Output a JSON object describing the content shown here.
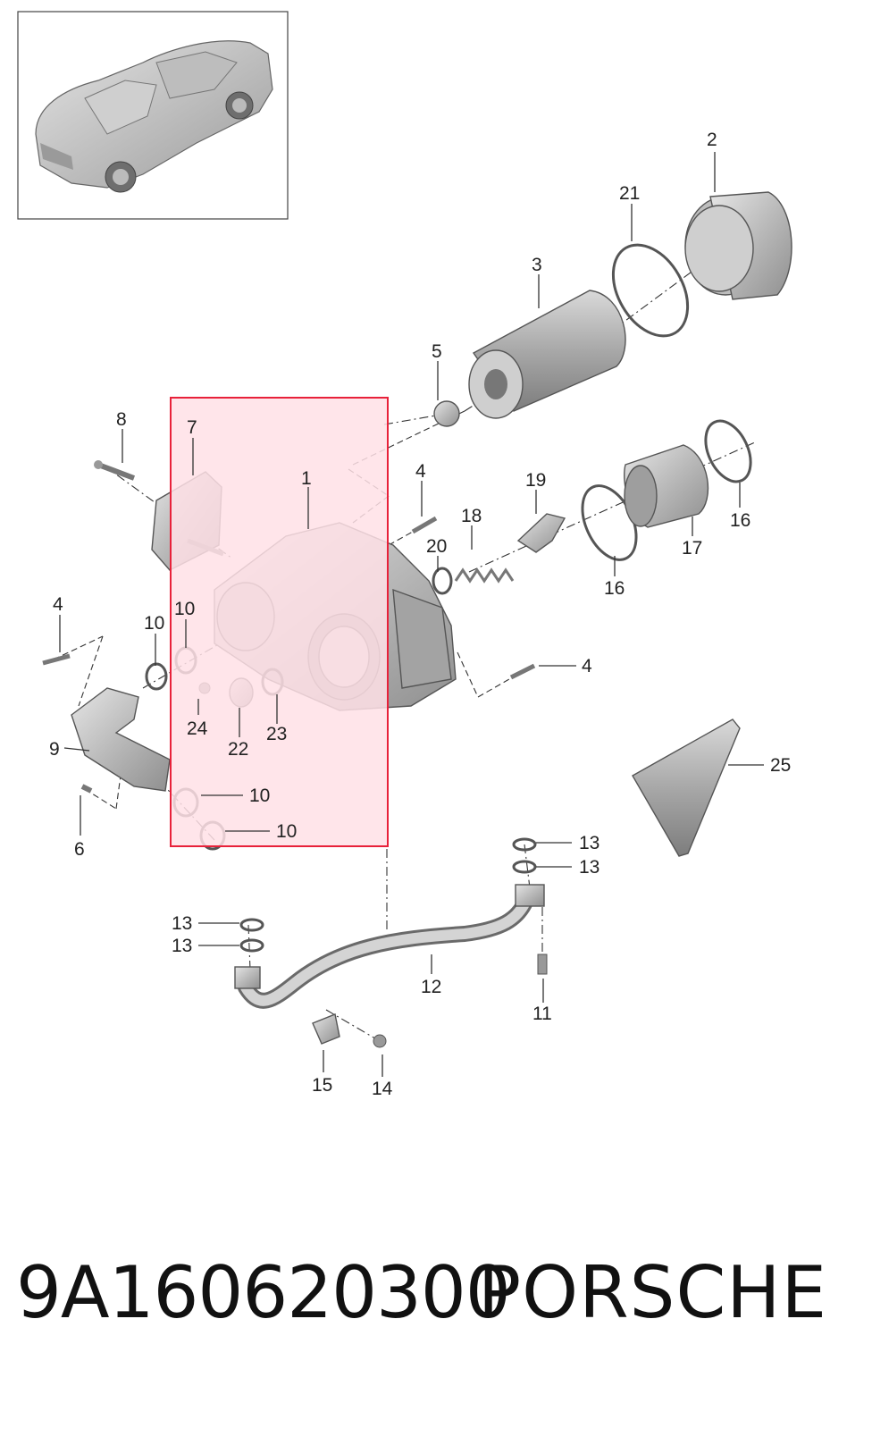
{
  "footer": {
    "part_number": "9A160620300",
    "brand": "PORSCHE"
  },
  "highlight": {
    "color": "#e8213a"
  },
  "callouts": {
    "c1": "1",
    "c2": "2",
    "c3": "3",
    "c4a": "4",
    "c4b": "4",
    "c4c": "4",
    "c5": "5",
    "c6": "6",
    "c7": "7",
    "c8": "8",
    "c9": "9",
    "c10a": "10",
    "c10b": "10",
    "c10c": "10",
    "c10d": "10",
    "c11": "11",
    "c12": "12",
    "c13a": "13",
    "c13b": "13",
    "c13c": "13",
    "c13d": "13",
    "c14": "14",
    "c15": "15",
    "c16a": "16",
    "c16b": "16",
    "c17": "17",
    "c18": "18",
    "c19": "19",
    "c20": "20",
    "c21": "21",
    "c22": "22",
    "c23": "23",
    "c24": "24",
    "c25": "25"
  }
}
